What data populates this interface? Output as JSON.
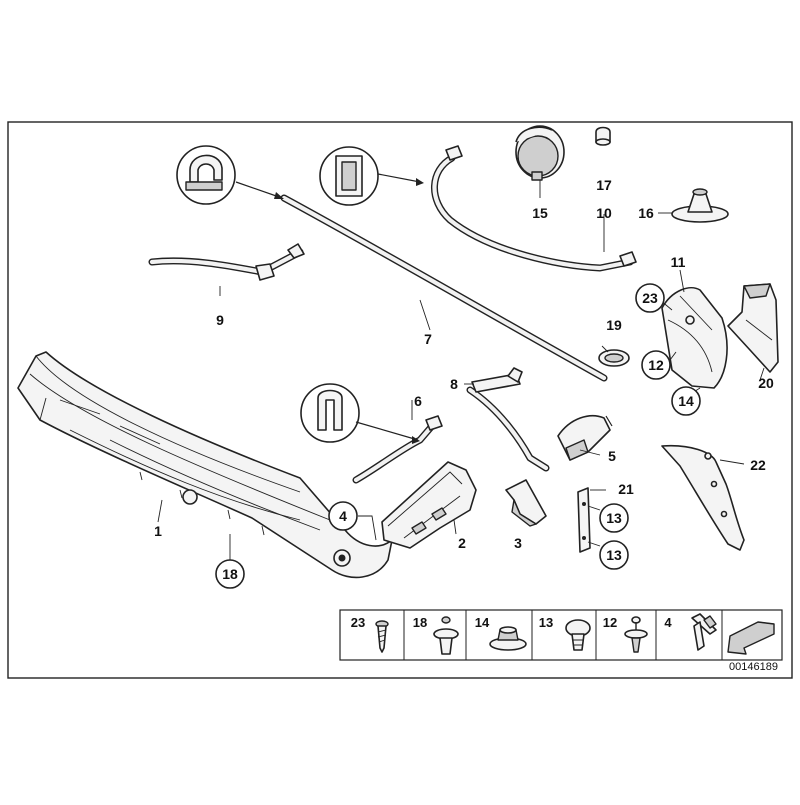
{
  "diagram": {
    "reference_number": "00146189",
    "part_labels": [
      {
        "id": "p1",
        "text": "1",
        "circled": false
      },
      {
        "id": "p2",
        "text": "2",
        "circled": false
      },
      {
        "id": "p3",
        "text": "3",
        "circled": false
      },
      {
        "id": "p4",
        "text": "4",
        "circled": true
      },
      {
        "id": "p5",
        "text": "5",
        "circled": false
      },
      {
        "id": "p6",
        "text": "6",
        "circled": false
      },
      {
        "id": "p7",
        "text": "7",
        "circled": false
      },
      {
        "id": "p8",
        "text": "8",
        "circled": false
      },
      {
        "id": "p9",
        "text": "9",
        "circled": false
      },
      {
        "id": "p10",
        "text": "10",
        "circled": false
      },
      {
        "id": "p11",
        "text": "11",
        "circled": false
      },
      {
        "id": "p12",
        "text": "12",
        "circled": true
      },
      {
        "id": "p13a",
        "text": "13",
        "circled": true
      },
      {
        "id": "p13b",
        "text": "13",
        "circled": true
      },
      {
        "id": "p14",
        "text": "14",
        "circled": true
      },
      {
        "id": "p15",
        "text": "15",
        "circled": false
      },
      {
        "id": "p16",
        "text": "16",
        "circled": false
      },
      {
        "id": "p17",
        "text": "17",
        "circled": false
      },
      {
        "id": "p18",
        "text": "18",
        "circled": true
      },
      {
        "id": "p19",
        "text": "19",
        "circled": false
      },
      {
        "id": "p20",
        "text": "20",
        "circled": false
      },
      {
        "id": "p21",
        "text": "21",
        "circled": false
      },
      {
        "id": "p22",
        "text": "22",
        "circled": false
      },
      {
        "id": "p23",
        "text": "23",
        "circled": true
      }
    ],
    "legend": [
      {
        "id": "l23",
        "text": "23",
        "icon": "screw-icon"
      },
      {
        "id": "l18",
        "text": "18",
        "icon": "expanding-rivet-icon"
      },
      {
        "id": "l14",
        "text": "14",
        "icon": "hex-nut-icon"
      },
      {
        "id": "l13",
        "text": "13",
        "icon": "body-nut-icon"
      },
      {
        "id": "l12",
        "text": "12",
        "icon": "push-clip-icon"
      },
      {
        "id": "l4",
        "text": "4",
        "icon": "plastic-clip-icon"
      }
    ]
  }
}
